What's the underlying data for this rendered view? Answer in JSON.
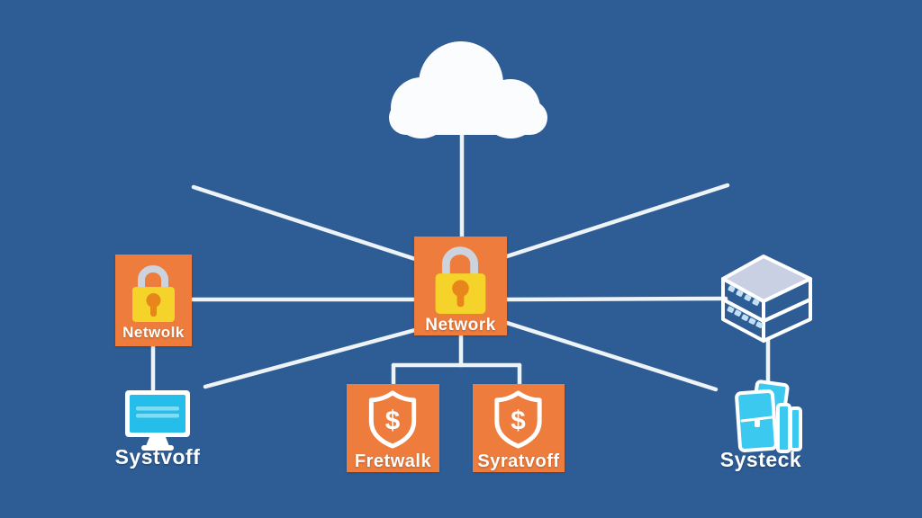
{
  "diagram_type": "network-security-topology",
  "colors": {
    "background": "#2e5d96",
    "node_orange": "#ed7c3d",
    "lock_body_yellow": "#f5d32b",
    "lock_keyhole_orange": "#e8861c",
    "lock_shackle_gray": "#ccd3dc",
    "connection_line": "#eef3f8",
    "cloud_white": "#fbfcfd",
    "monitor_screen_cyan": "#25bdea",
    "monitor_screen_lines": "#7fdcf4",
    "server_top_face": "#c9d0e3",
    "server_ports": "#bfe0f5",
    "books_cyan": "#3cc9f0",
    "label_text": "#ffffff"
  },
  "nodes": {
    "cloud": {
      "icon": "cloud-icon",
      "label": ""
    },
    "network_center": {
      "label": "Network",
      "icon": "padlock-icon"
    },
    "network_left": {
      "label": "Netwolk",
      "icon": "padlock-icon"
    },
    "server": {
      "icon": "server-icon",
      "label": ""
    },
    "workstation": {
      "label": "Systvoff",
      "icon": "monitor-icon"
    },
    "firewall_left": {
      "label": "Fretwalk",
      "icon": "shield-dollar-icon",
      "icon_glyph": "$"
    },
    "firewall_right": {
      "label": "Syratvoff",
      "icon": "shield-dollar-icon",
      "icon_glyph": "$"
    },
    "storage": {
      "label": "Systeck",
      "icon": "books-icon"
    }
  },
  "connections": [
    "cloud to network_center",
    "upper-left to network_center",
    "upper-right to network_center",
    "network_left to network_center",
    "network_center to server",
    "network_center to lower-left",
    "network_center to lower-right",
    "network_left to workstation",
    "server to storage",
    "network_center to firewall_left",
    "network_center to firewall_right"
  ]
}
